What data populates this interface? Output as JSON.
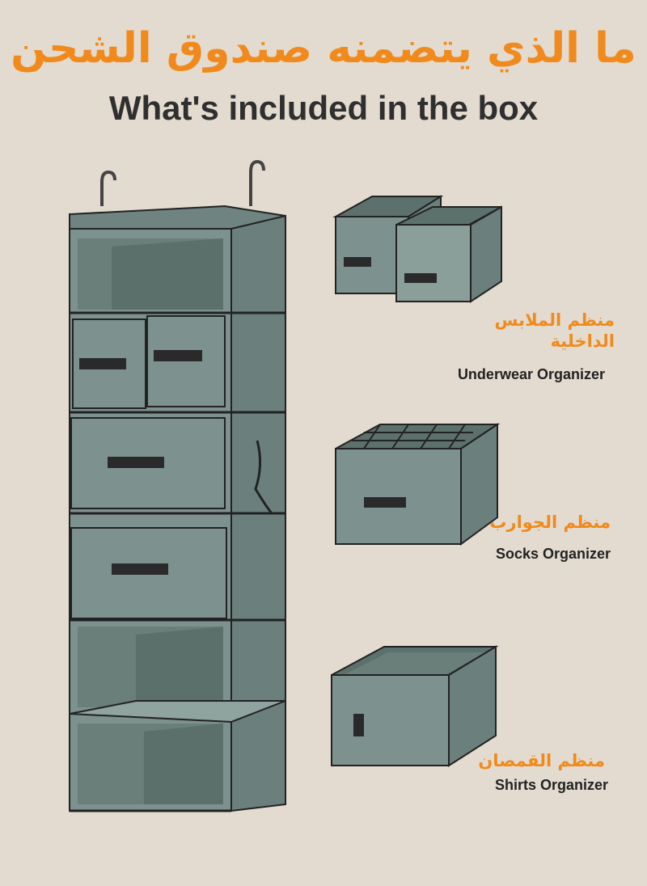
{
  "header": {
    "title_ar": "ما الذي يتضمنه صندوق الشحن",
    "title_en": "What's included in the box"
  },
  "items": [
    {
      "label_ar": "منظم الملابس الداخلية",
      "label_en": "Underwear Organizer"
    },
    {
      "label_ar": "منظم الجوارب",
      "label_en": "Socks Organizer"
    },
    {
      "label_ar": "منظم القمصان",
      "label_en": "Shirts Organizer"
    }
  ],
  "colors": {
    "background": "#e3dbd0",
    "accent": "#f08a1c",
    "text": "#2f2f2f",
    "fabric": "#7d928e"
  }
}
